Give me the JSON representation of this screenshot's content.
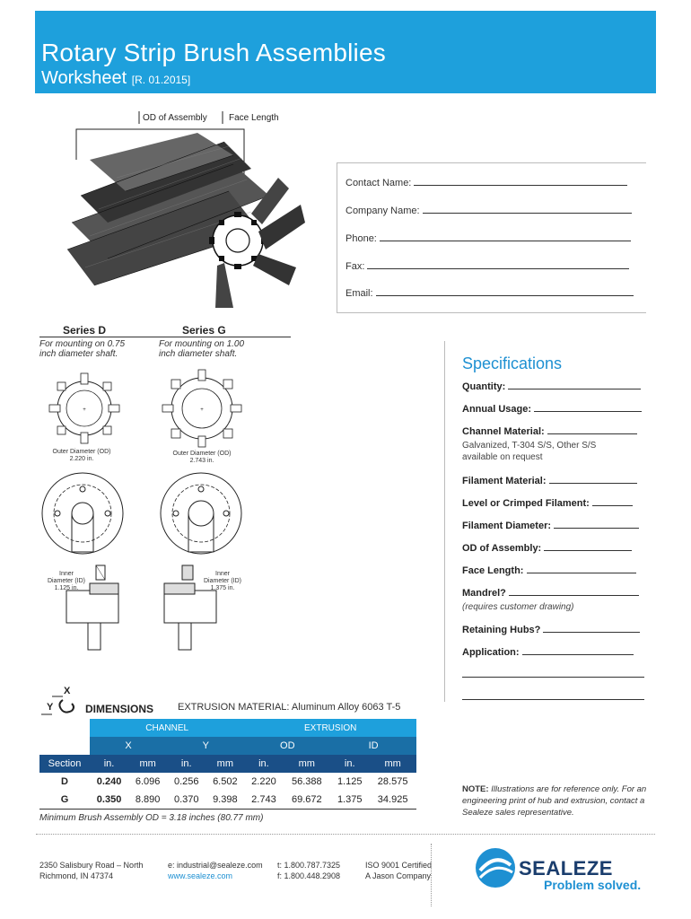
{
  "header": {
    "title": "Rotary Strip Brush Assemblies",
    "subtitle": "Worksheet",
    "revision": "[R. 01.2015]"
  },
  "diagram": {
    "od_label": "OD of Assembly",
    "face_label": "Face Length"
  },
  "contact": {
    "name": "Contact Name:",
    "company": "Company Name:",
    "phone": "Phone:",
    "fax": "Fax:",
    "email": "Email:"
  },
  "series": {
    "d": {
      "title": "Series D",
      "desc": "For mounting on 0.75 inch diameter shaft.",
      "od_caption_1": "Outer Diameter (OD)",
      "od_caption_2": "2.220 in.",
      "id_caption_1": "Inner",
      "id_caption_2": "Diameter (ID)",
      "id_caption_3": "1.125 in."
    },
    "g": {
      "title": "Series G",
      "desc": "For mounting on 1.00 inch diameter shaft.",
      "od_caption_1": "Outer Diameter (OD)",
      "od_caption_2": "2.743 in.",
      "id_caption_1": "Inner",
      "id_caption_2": "Diameter (ID)",
      "id_caption_3": "1.375 in."
    }
  },
  "specifications": {
    "title": "Specifications",
    "quantity": "Quantity:",
    "annual_usage": "Annual Usage:",
    "channel_material": "Channel Material:",
    "channel_note": "Galvanized, T-304 S/S, Other S/S available on request",
    "filament_material": "Filament Material:",
    "level_crimped": "Level or Crimped Filament:",
    "filament_diameter": "Filament Diameter:",
    "od_assembly": "OD of Assembly:",
    "face_length": "Face Length:",
    "mandrel": "Mandrel?",
    "mandrel_note": "(requires customer drawing)",
    "retaining_hubs": "Retaining Hubs?",
    "application": "Application:"
  },
  "dimensions": {
    "x_label": "X",
    "y_label": "Y",
    "title": "DIMENSIONS",
    "extrusion_material": "EXTRUSION MATERIAL: Aluminum Alloy 6063 T-5",
    "group_channel": "CHANNEL",
    "group_extrusion": "EXTRUSION",
    "sub_x": "X",
    "sub_y": "Y",
    "sub_od": "OD",
    "sub_id": "ID",
    "col_section": "Section",
    "unit_in": "in.",
    "unit_mm": "mm",
    "rows": [
      {
        "section": "D",
        "x_in": "0.240",
        "x_mm": "6.096",
        "y_in": "0.256",
        "y_mm": "6.502",
        "od_in": "2.220",
        "od_mm": "56.388",
        "id_in": "1.125",
        "id_mm": "28.575"
      },
      {
        "section": "G",
        "x_in": "0.350",
        "x_mm": "8.890",
        "y_in": "0.370",
        "y_mm": "9.398",
        "od_in": "2.743",
        "od_mm": "69.672",
        "id_in": "1.375",
        "id_mm": "34.925"
      }
    ],
    "min_od": "Minimum Brush Assembly OD = 3.18 inches (80.77 mm)"
  },
  "note": {
    "label": "NOTE:",
    "text": "Illustrations are for reference only. For an engineering print of hub and extrusion, contact a Sealeze sales representative."
  },
  "footer": {
    "address_1": "2350 Salisbury Road – North",
    "address_2": "Richmond, IN 47374",
    "email": "e: industrial@sealeze.com",
    "web": "www.sealeze.com",
    "tel": "t: 1.800.787.7325",
    "fax": "f: 1.800.448.2908",
    "iso": "ISO 9001 Certified",
    "company": "A Jason Company",
    "brand": "SEALEZE",
    "tagline": "Problem solved."
  },
  "colors": {
    "brand_blue": "#1ea0dc",
    "dark_blue": "#1a4f87"
  }
}
